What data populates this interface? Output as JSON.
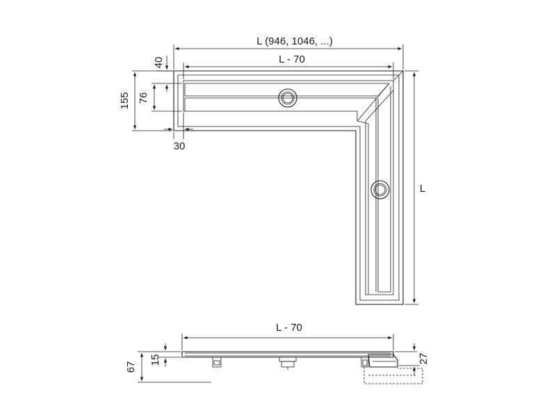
{
  "diagram": {
    "labels": {
      "top_overall": "L (946, 1046, ...)",
      "top_inner": "L  - 70",
      "left_total": "155",
      "left_channel": "76",
      "left_top_gap": "40",
      "bottom_offset": "30",
      "right_length": "L",
      "section_length": "L - 70",
      "section_total_height": "67",
      "section_profile_height": "15",
      "section_right_height": "27"
    },
    "colors": {
      "line": "#1a1a1a",
      "background": "#ffffff"
    }
  }
}
